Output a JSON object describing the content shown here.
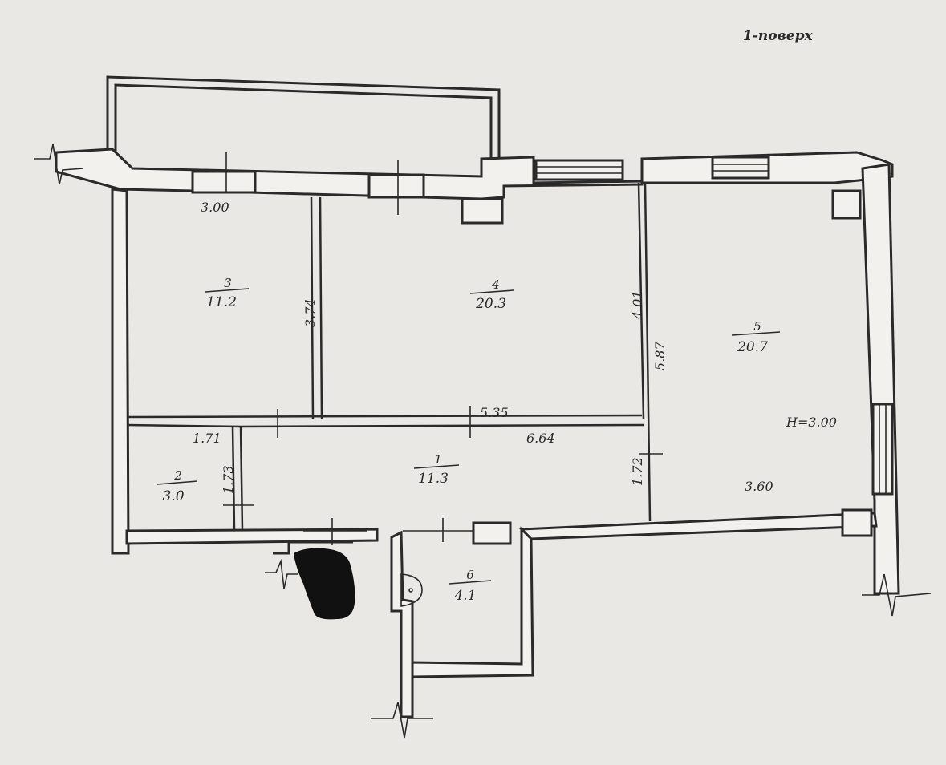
{
  "title": "1-поверх",
  "ceiling_height": "H=3.00",
  "rooms": [
    {
      "number": "1",
      "area": "11.3"
    },
    {
      "number": "2",
      "area": "3.0"
    },
    {
      "number": "3",
      "area": "11.2"
    },
    {
      "number": "4",
      "area": "20.3"
    },
    {
      "number": "5",
      "area": "20.7"
    },
    {
      "number": "6",
      "area": "4.1"
    }
  ],
  "dimensions": {
    "room3_width": "3.00",
    "room3_depth": "3.74",
    "room4_width": "5.35",
    "room4_depth": "4.01",
    "room5_depth": "5.87",
    "room5_width": "3.60",
    "room1_width": "6.64",
    "room1_depth": "1.72",
    "room2_width": "1.71",
    "room2_depth": "1.73"
  }
}
